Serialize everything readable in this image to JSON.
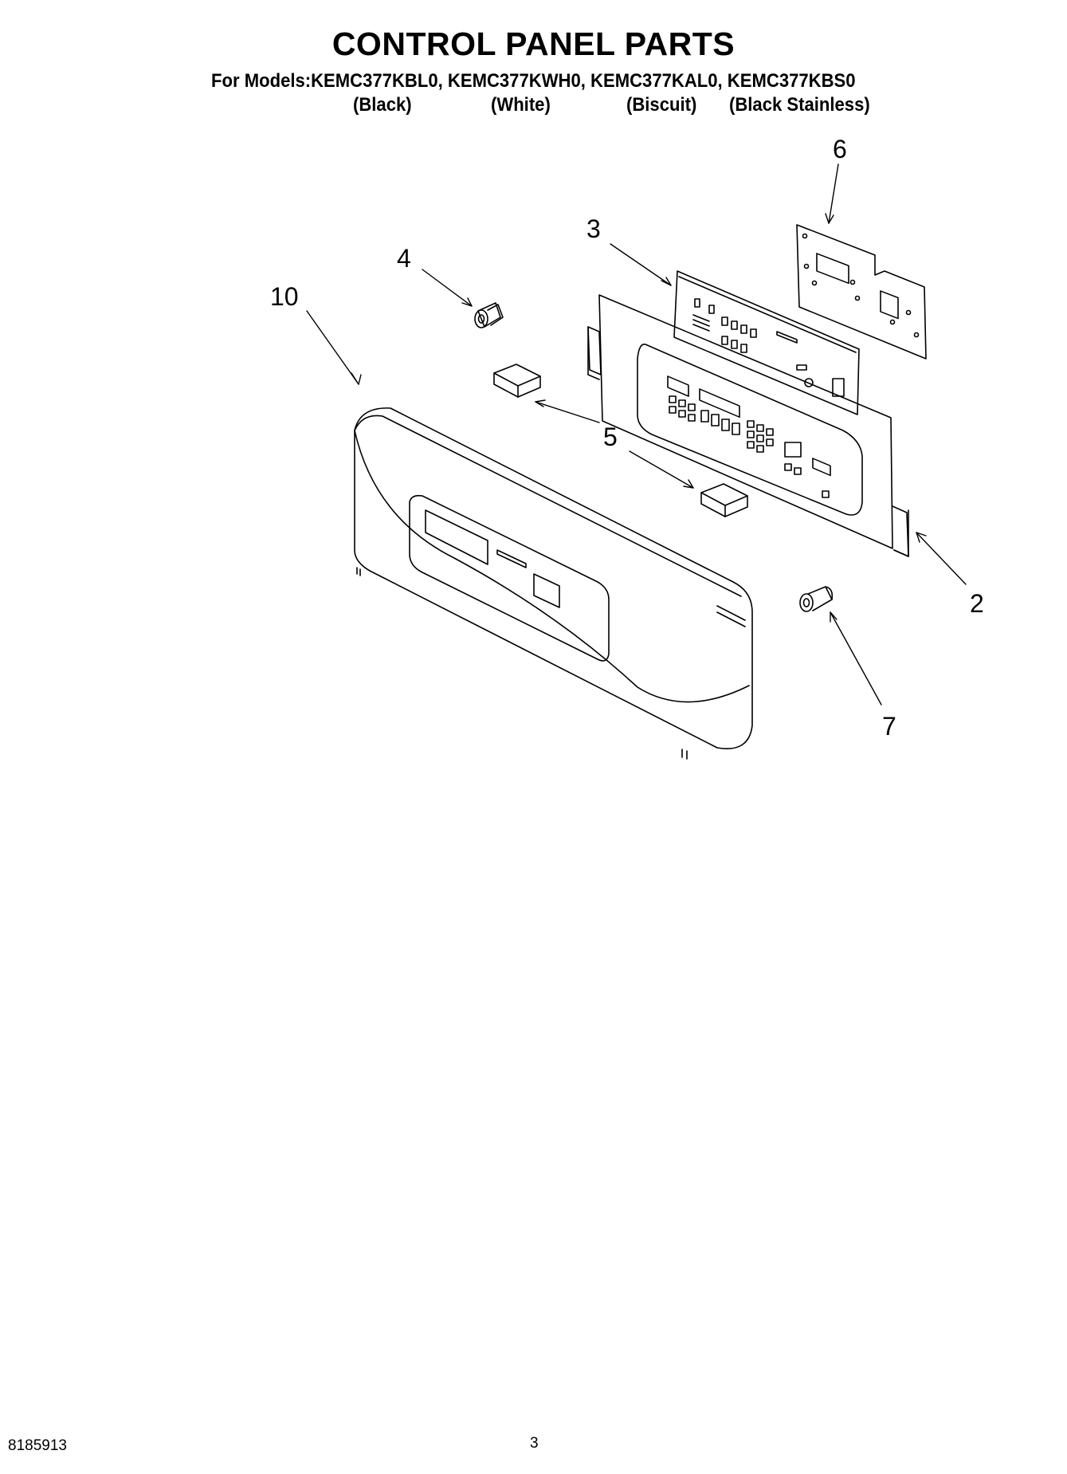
{
  "header": {
    "title": "CONTROL PANEL PARTS",
    "models": "For Models:KEMC377KBL0, KEMC377KWH0, KEMC377KAL0, KEMC377KBS0",
    "colors": [
      "(Black)",
      "(White)",
      "(Biscuit)",
      "(Black Stainless)"
    ]
  },
  "callouts": [
    "10",
    "4",
    "3",
    "6",
    "5",
    "2",
    "7"
  ],
  "footer": {
    "doc_number": "8185913",
    "page_number": "3"
  }
}
